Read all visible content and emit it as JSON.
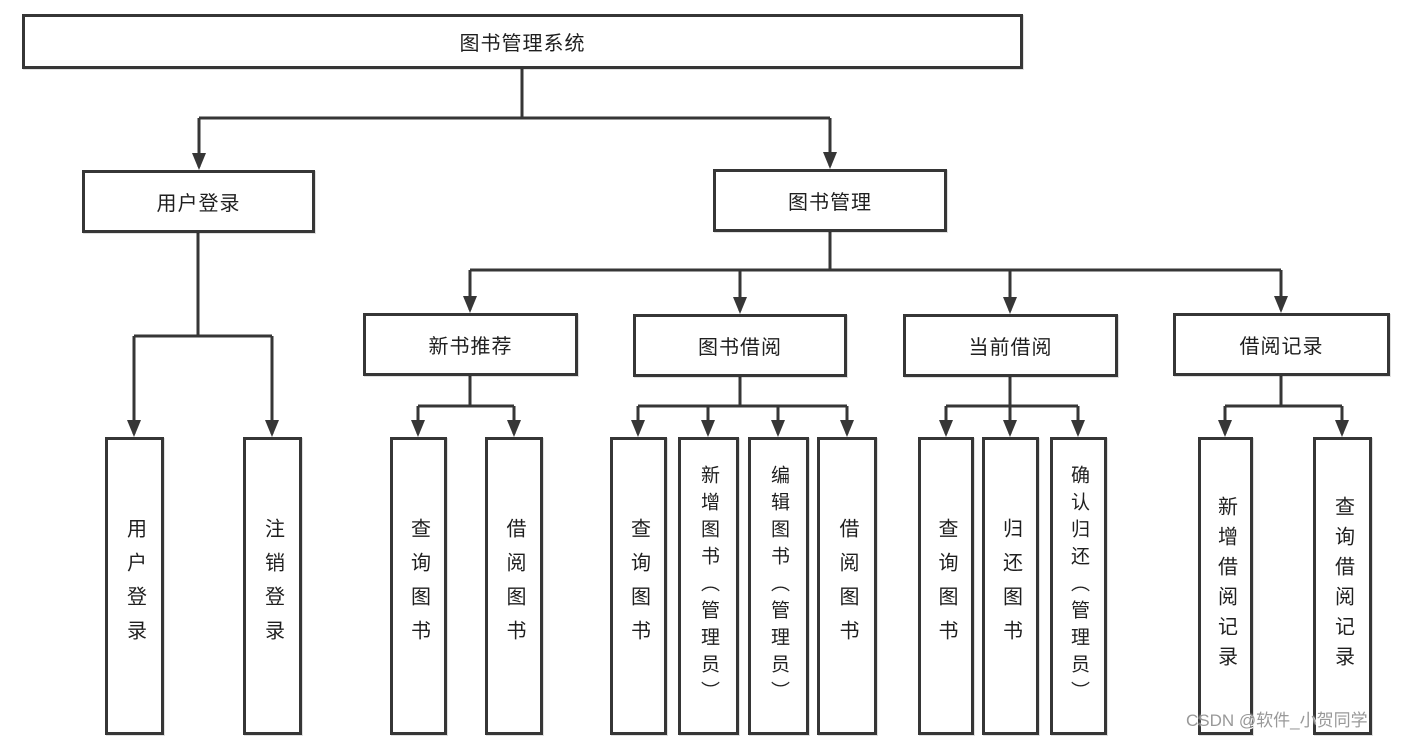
{
  "diagram": {
    "root": {
      "label": "图书管理系统"
    },
    "level2": [
      {
        "label": "用户登录"
      },
      {
        "label": "图书管理"
      }
    ],
    "level3": [
      {
        "label": "新书推荐"
      },
      {
        "label": "图书借阅"
      },
      {
        "label": "当前借阅"
      },
      {
        "label": "借阅记录"
      }
    ],
    "leaves": [
      {
        "label": "用户登录"
      },
      {
        "label": "注销登录"
      },
      {
        "label": "查询图书"
      },
      {
        "label": "借阅图书"
      },
      {
        "label": "查询图书"
      },
      {
        "label": "新增图书（管理员）"
      },
      {
        "label": "编辑图书（管理员）"
      },
      {
        "label": "借阅图书"
      },
      {
        "label": "查询图书"
      },
      {
        "label": "归还图书"
      },
      {
        "label": "确认归还（管理员）"
      },
      {
        "label": "新增借阅记录"
      },
      {
        "label": "查询借阅记录"
      }
    ],
    "watermark": "CSDN @软件_小贺同学",
    "colors": {
      "line": "#363636",
      "box_border": "#363636",
      "box_fill": "#ffffff",
      "text": "#1f1f1f",
      "watermark": "#949494"
    }
  }
}
